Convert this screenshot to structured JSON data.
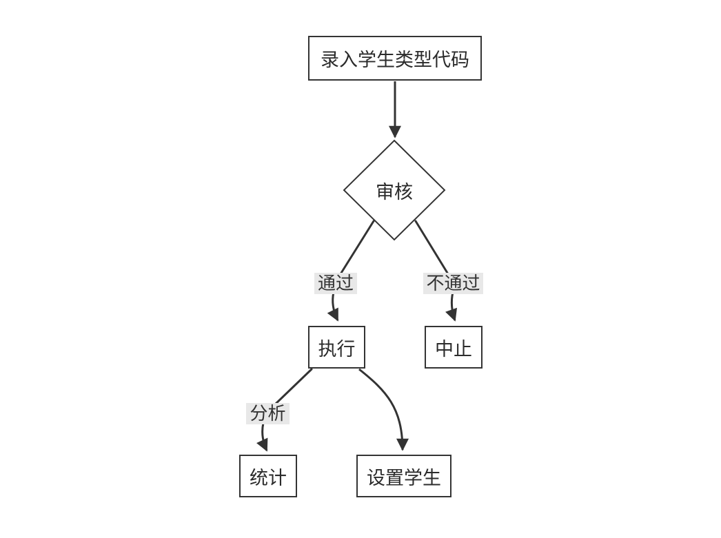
{
  "diagram": {
    "type": "flowchart",
    "direction": "top-down",
    "nodes": {
      "input": {
        "label": "录入学生类型代码",
        "shape": "rectangle"
      },
      "review": {
        "label": "审核",
        "shape": "diamond"
      },
      "execute": {
        "label": "执行",
        "shape": "rectangle"
      },
      "abort": {
        "label": "中止",
        "shape": "rectangle"
      },
      "statistics": {
        "label": "统计",
        "shape": "rectangle"
      },
      "set_student": {
        "label": "设置学生",
        "shape": "rectangle"
      }
    },
    "edges": [
      {
        "from": "input",
        "to": "review",
        "label": ""
      },
      {
        "from": "review",
        "to": "execute",
        "label": "通过"
      },
      {
        "from": "review",
        "to": "abort",
        "label": "不通过"
      },
      {
        "from": "execute",
        "to": "statistics",
        "label": "分析"
      },
      {
        "from": "execute",
        "to": "set_student",
        "label": ""
      }
    ],
    "colors": {
      "background": "#ffffff",
      "stroke": "#333333",
      "node_fill": "#ffffff",
      "node_border": "#333333",
      "edge_label_background": "#e8e8e8",
      "text": "#2b2b2b"
    }
  }
}
